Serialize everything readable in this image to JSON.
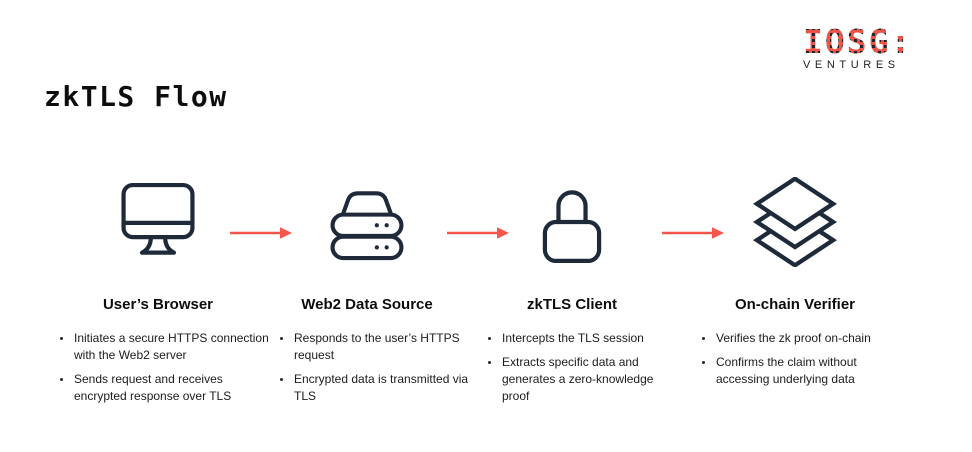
{
  "title": "zkTLS Flow",
  "logo": {
    "brand": "IOSG:",
    "subtext": "VENTURES"
  },
  "colors": {
    "ink": "#1e2a3a",
    "accent": "#f4564b",
    "brand": "#ee5346",
    "background": "#ffffff",
    "text": "#1c1c1c"
  },
  "flow": {
    "steps": [
      {
        "icon": "monitor-icon",
        "title": "User’s Browser",
        "bullets": [
          "Initiates a secure HTTPS connection with the Web2 server",
          "Sends request and receives encrypted response over TLS"
        ]
      },
      {
        "icon": "server-icon",
        "title": "Web2 Data Source",
        "bullets": [
          "Responds to the user’s HTTPS request",
          "Encrypted data is transmitted via TLS"
        ]
      },
      {
        "icon": "lock-icon",
        "title": "zkTLS Client",
        "bullets": [
          "Intercepts the TLS session",
          "Extracts specific data and generates a zero-knowledge proof"
        ]
      },
      {
        "icon": "layers-icon",
        "title": "On-chain Verifier",
        "bullets": [
          "Verifies the zk proof on-chain",
          "Confirms the claim without accessing underlying data"
        ]
      }
    ]
  }
}
